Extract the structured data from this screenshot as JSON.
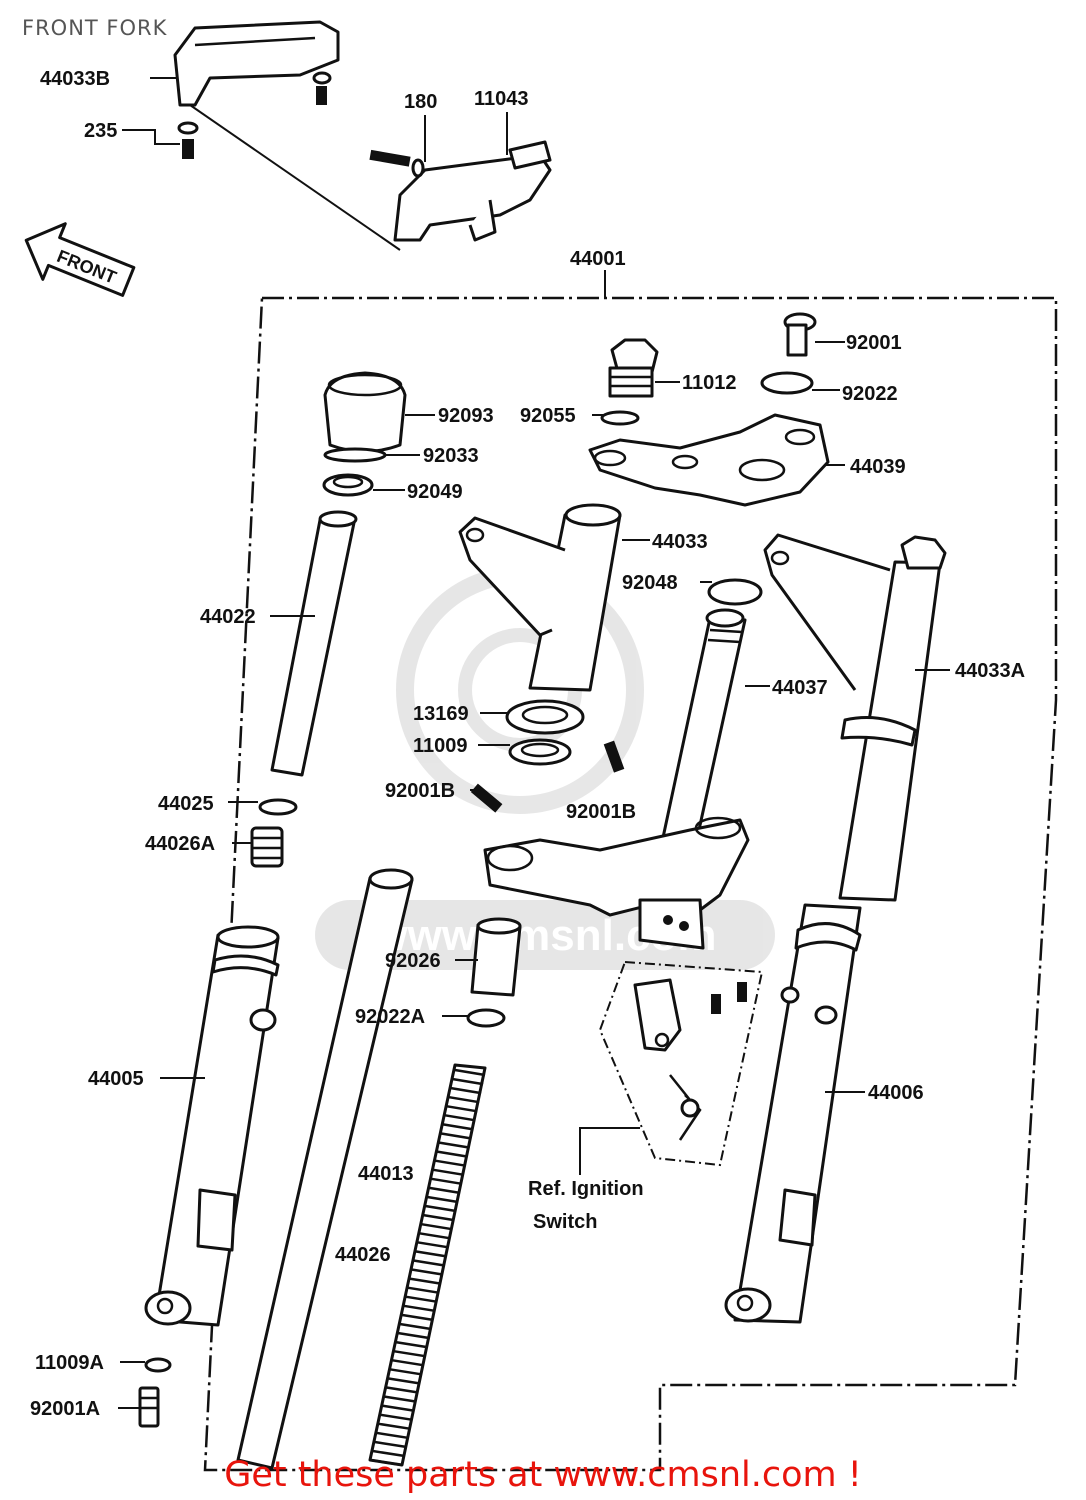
{
  "header": {
    "title": "FRONT FORK"
  },
  "direction_sign": {
    "text": "FRONT"
  },
  "ignition_note": {
    "line1": "Ref. Ignition",
    "line2": "Switch"
  },
  "footer": {
    "promo": "Get these parts at www.cmsnl.com !",
    "promo_color": "#e8140c"
  },
  "watermark": {
    "text": "www.cmsnl.com"
  },
  "parts": {
    "p44033B": "44033B",
    "p235": "235",
    "p180": "180",
    "p11043": "11043",
    "p44001": "44001",
    "p92001": "92001",
    "p11012": "11012",
    "p92022": "92022",
    "p92093": "92093",
    "p92055": "92055",
    "p92033": "92033",
    "p44039": "44039",
    "p92049": "92049",
    "p44033": "44033",
    "p92048": "92048",
    "p44022": "44022",
    "p44033A": "44033A",
    "p44037": "44037",
    "p13169": "13169",
    "p11009": "11009",
    "p92001B_l": "92001B",
    "p92001B_r": "92001B",
    "p44025": "44025",
    "p44026A": "44026A",
    "p92026": "92026",
    "p92022A": "92022A",
    "p44005": "44005",
    "p44006": "44006",
    "p44013": "44013",
    "p44026": "44026",
    "p11009A": "11009A",
    "p92001A": "92001A"
  }
}
